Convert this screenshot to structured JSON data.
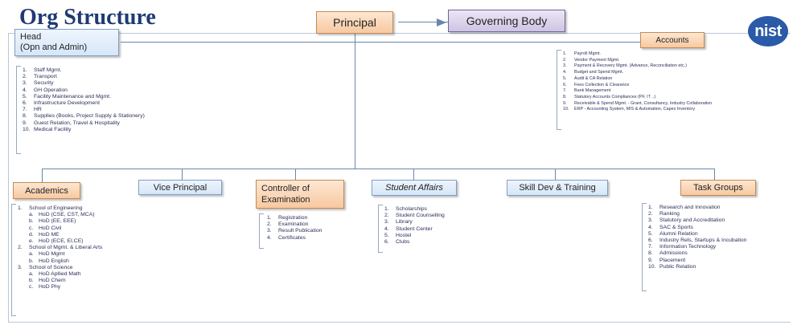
{
  "title": "Org Structure",
  "logo_text": "nist",
  "nodes": {
    "principal": "Principal",
    "governing_body": "Governing Body",
    "head": "Head\n(Opn and Admin)",
    "accounts": "Accounts",
    "academics": "Academics",
    "vice_principal": "Vice Principal",
    "controller": "Controller of\nExamination",
    "student_affairs": "Student Affairs",
    "skill_dev": "Skill Dev & Training",
    "task_groups": "Task Groups"
  },
  "head_items": [
    "Staff Mgmt.",
    "Transport",
    "Security",
    "GH Operation",
    "Facility Maintenance and Mgmt.",
    "Infrastructure Development",
    "HR",
    "Supplies (Books, Project Supply & Stationery)",
    "Guest Relation, Travel & Hospitality",
    "Medical Facility"
  ],
  "accounts_items": [
    "Payroll Mgmt.",
    "Vendor Payment Mgmt.",
    "Payment & Recovery Mgmt. (Advance, Reconciliation etc.)",
    "Budget and Spend Mgmt.",
    "Audit & CA Relation",
    "Fees Collection & Clearance",
    "Bank Management",
    "Statutory Accounts Compliances (PF, IT ..)",
    "Receivable & Spend Mgmt. - Grant, Consultancy, Industry Collaboration",
    "ERP - Accounting System, MIS & Automation, Capex Inventory"
  ],
  "academics_items": [
    {
      "label": "School of Engineering",
      "sub": [
        "HoD (CSE, CST, MCA)",
        "HoD (EE, EEE)",
        "HoD Civil",
        "HoD ME",
        "HoD (ECE, EI,CE)"
      ]
    },
    {
      "label": "School of Mgmt. & Liberal Arts",
      "sub": [
        "HoD Mgmt",
        "HoD English"
      ]
    },
    {
      "label": "School of Science",
      "sub": [
        "HoD Apllied Math",
        "HoD Chem",
        "HoD Phy"
      ]
    }
  ],
  "sub_letters": [
    "a.",
    "b.",
    "c.",
    "d.",
    "e."
  ],
  "controller_items": [
    "Registration",
    "Examination",
    "Result Publication",
    "Certificates"
  ],
  "student_affairs_items": [
    "Scholarships",
    "Student Counselling",
    "Library",
    "Student Center",
    "Hostel",
    "Clubs"
  ],
  "task_groups_items": [
    "Research and Innovation",
    "Ranking",
    "Statutory and Accreditation",
    "SAC & Sports",
    "Alumni Relation",
    "Industry Rels, Startups & Incubation",
    "Information Technology",
    "Admissions",
    "Placement",
    "Public Relation"
  ],
  "colors": {
    "title": "#1f3a73",
    "principal_fill": "#f7c9a1",
    "governing_fill": "#cfc4e3",
    "head_fill": "#d6e6f8",
    "connector": "#6a86ab",
    "logo": "#2a5aa8"
  }
}
